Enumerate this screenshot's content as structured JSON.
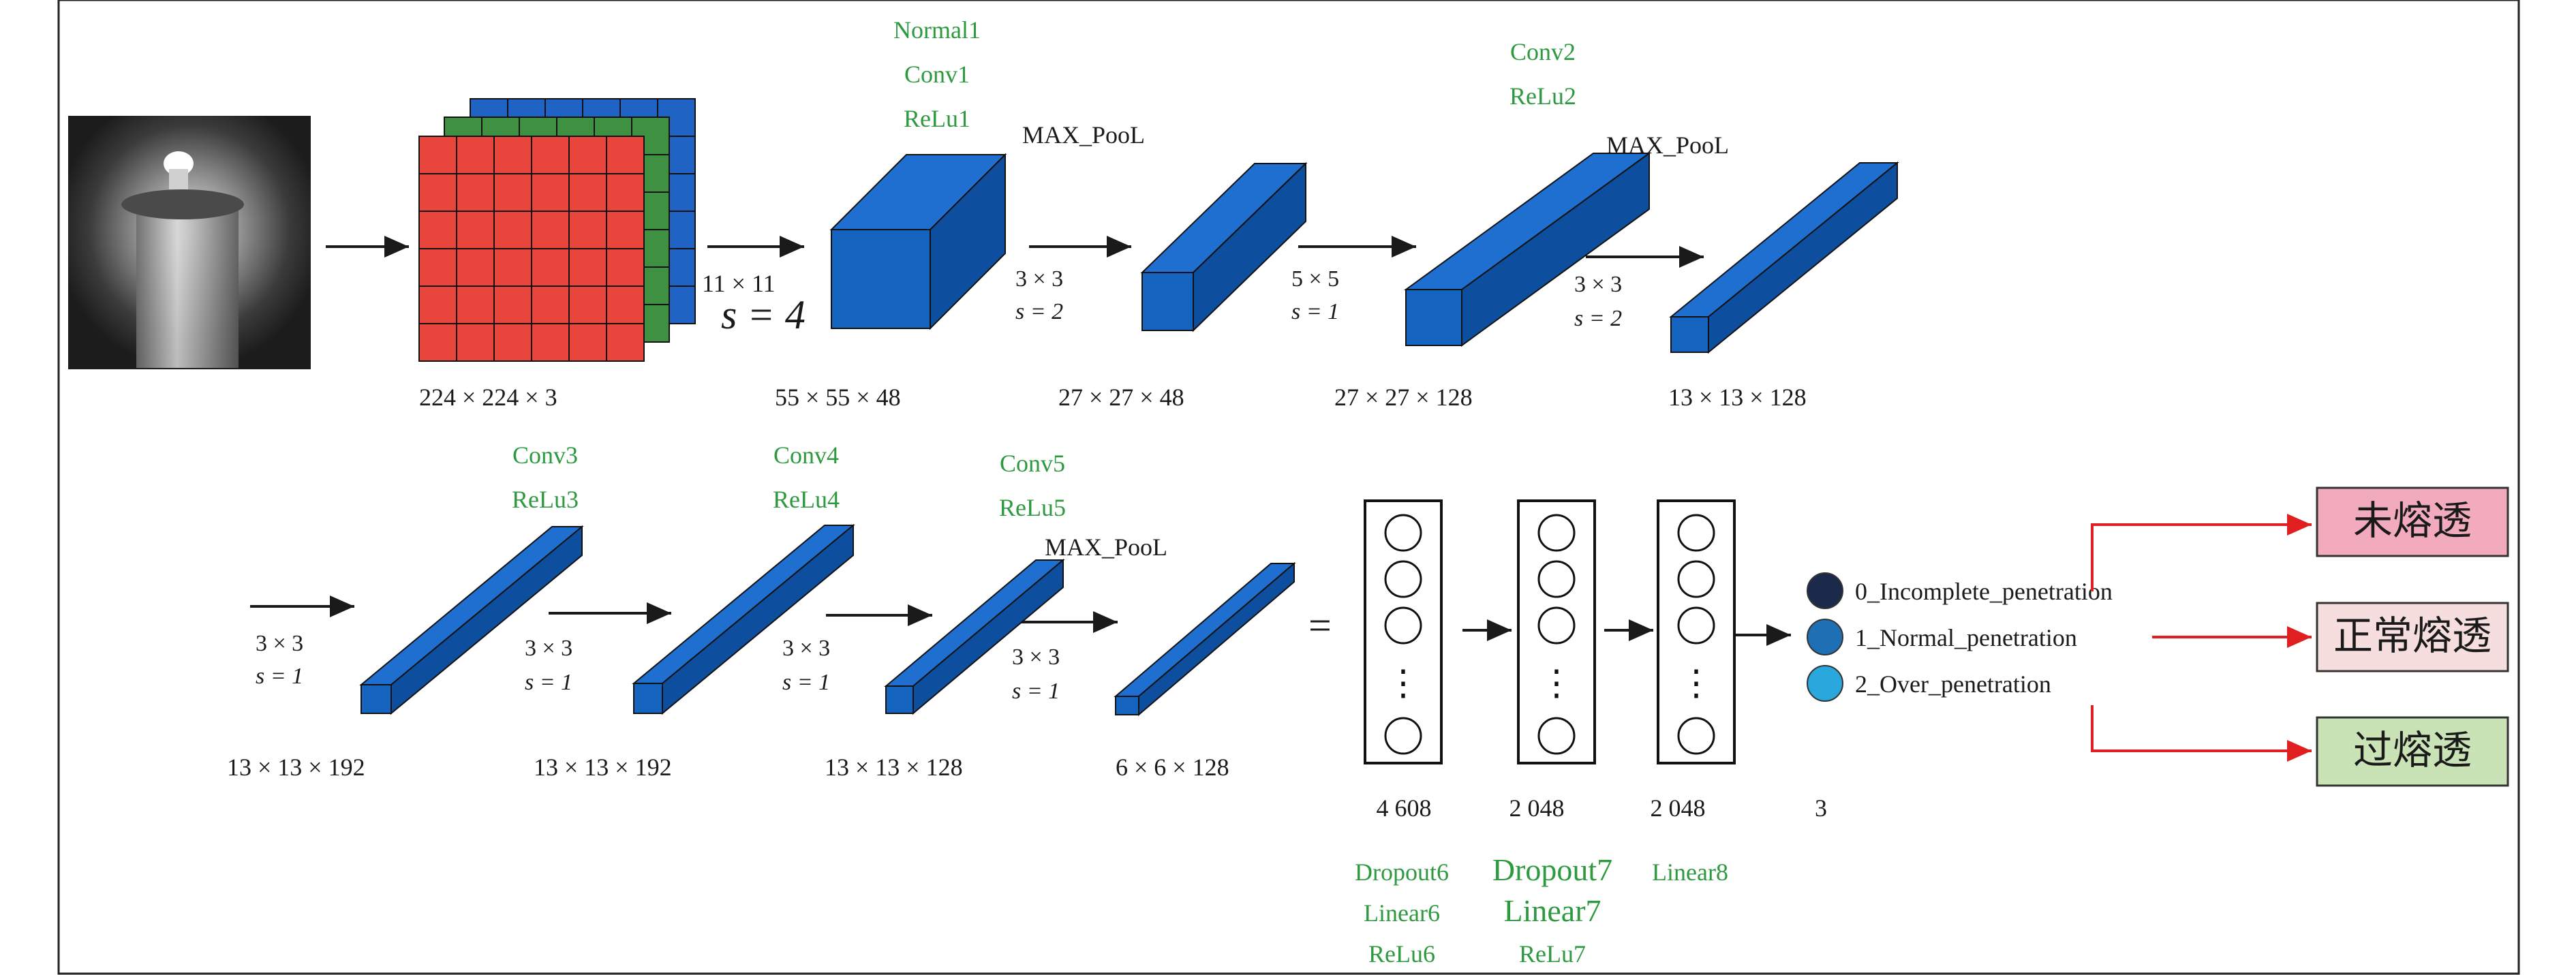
{
  "input": {
    "size_label": "224 × 224 × 3"
  },
  "stage1": {
    "labels": [
      "Normal1",
      "Conv1",
      "ReLu1"
    ],
    "kernel": "11 × 11",
    "stride": "s = 4",
    "output": "55 × 55 × 48"
  },
  "pool1": {
    "label": "MAX_PooL",
    "kernel": "3 × 3",
    "stride": "s = 2",
    "output": "27 × 27 × 48"
  },
  "stage2": {
    "labels": [
      "Conv2",
      "ReLu2"
    ],
    "kernel": "5 × 5",
    "stride": "s = 1",
    "output": "27 × 27 × 128"
  },
  "pool2": {
    "label": "MAX_PooL",
    "kernel": "3 × 3",
    "stride": "s = 2",
    "output": "13 × 13 × 128"
  },
  "stage3": {
    "labels": [
      "Conv3",
      "ReLu3"
    ],
    "kernel": "3 × 3",
    "stride": "s = 1",
    "output": "13 × 13 × 192"
  },
  "stage4": {
    "labels": [
      "Conv4",
      "ReLu4"
    ],
    "kernel": "3 × 3",
    "stride": "s = 1",
    "output": "13 × 13 × 192"
  },
  "stage5": {
    "labels": [
      "Conv5",
      "ReLu5"
    ],
    "kernel": "3 × 3",
    "stride": "s = 1",
    "output": "13 × 13 × 128"
  },
  "pool3": {
    "label": "MAX_PooL",
    "kernel": "3 × 3",
    "stride": "s = 1",
    "output": "6 × 6 × 128"
  },
  "equals": "=",
  "fc": [
    {
      "size": "4 608",
      "labels": [
        "Dropout6",
        "Linear6",
        "ReLu6"
      ]
    },
    {
      "size": "2 048",
      "labels": [
        "Dropout7",
        "Linear7",
        "ReLu7"
      ]
    },
    {
      "size": "2 048",
      "labels": [
        "Linear8"
      ]
    },
    {
      "size": "3",
      "labels": []
    }
  ],
  "vertical_dots": "⋮",
  "classes": [
    {
      "label": "0_Incomplete_penetration",
      "color": "#1b2a4a"
    },
    {
      "label": "1_Normal_penetration",
      "color": "#1f6fb5"
    },
    {
      "label": "2_Over_penetration",
      "color": "#2aa7dd"
    }
  ],
  "results": [
    {
      "label": "未熔透",
      "color": "#f2aabd"
    },
    {
      "label": "正常熔透",
      "color": "#f7dede"
    },
    {
      "label": "过熔透",
      "color": "#c9e3b6"
    }
  ],
  "colors": {
    "cube_front": "#1565c0",
    "cube_top": "#1e6fd0",
    "cube_side": "#0d4f9e",
    "red_channel": "#e8453c",
    "green_channel": "#3f9142",
    "blue_channel": "#1f64c4",
    "label_green": "#2e9a3f",
    "red_arrow": "#e02020"
  }
}
